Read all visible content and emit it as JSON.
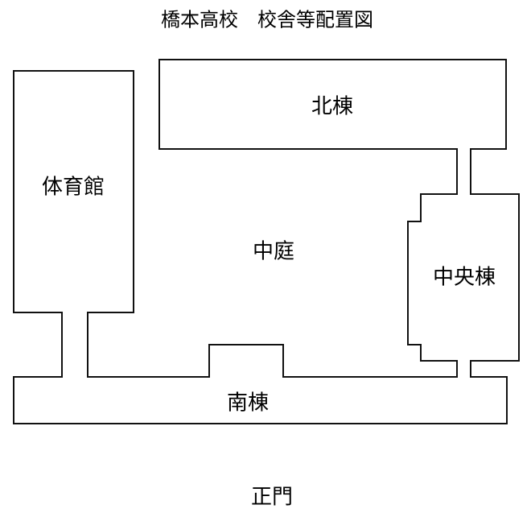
{
  "title": "橋本高校　校舎等配置図",
  "buildings": {
    "north": "北棟",
    "gym": "体育館",
    "courtyard": "中庭",
    "central": "中央棟",
    "south": "南棟"
  },
  "gate": "正門"
}
